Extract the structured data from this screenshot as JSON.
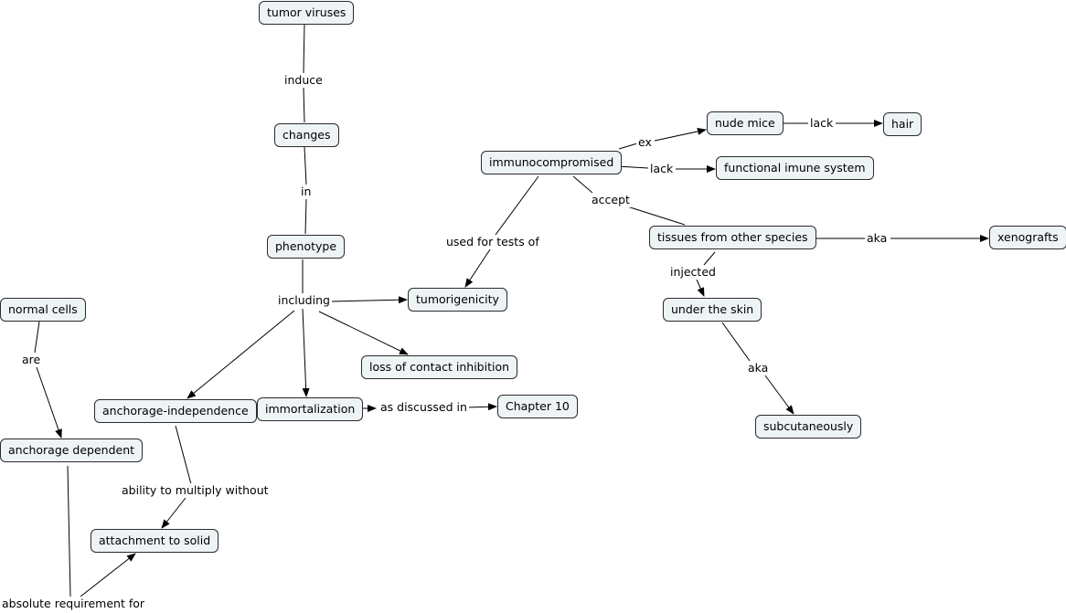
{
  "concepts": {
    "tumor_viruses": "tumor viruses",
    "changes": "changes",
    "phenotype": "phenotype",
    "tumorigenicity": "tumorigenicity",
    "loss_of_contact_inhibition": "loss of contact inhibition",
    "immortalization": "immortalization",
    "chapter_10": "Chapter 10",
    "anchorage_independence": "anchorage-independence",
    "normal_cells": "normal cells",
    "anchorage_dependent": "anchorage dependent",
    "attachment_to_solid": "attachment to solid",
    "immunocompromised": "immunocompromised",
    "nude_mice": "nude mice",
    "hair": "hair",
    "functional_imune_system": "functional imune system",
    "tissues_from_other_species": "tissues from other species",
    "xenografts": "xenografts",
    "under_the_skin": "under the skin",
    "subcutaneously": "subcutaneously"
  },
  "links": {
    "induce": "induce",
    "in": "in",
    "including": "including",
    "as_discussed_in": "as discussed in",
    "are": "are",
    "ability_to_multiply_without": "ability to multiply without",
    "absolute_requirement_for": "absolute requirement for",
    "used_for_tests_of": "used for tests of",
    "ex": "ex",
    "lack_1": "lack",
    "lack_2": "lack",
    "accept": "accept",
    "aka_1": "aka",
    "injected": "injected",
    "aka_2": "aka"
  },
  "colors": {
    "node_fill": "#eef3f6",
    "node_border": "#2b2b2b",
    "line": "#000000"
  }
}
